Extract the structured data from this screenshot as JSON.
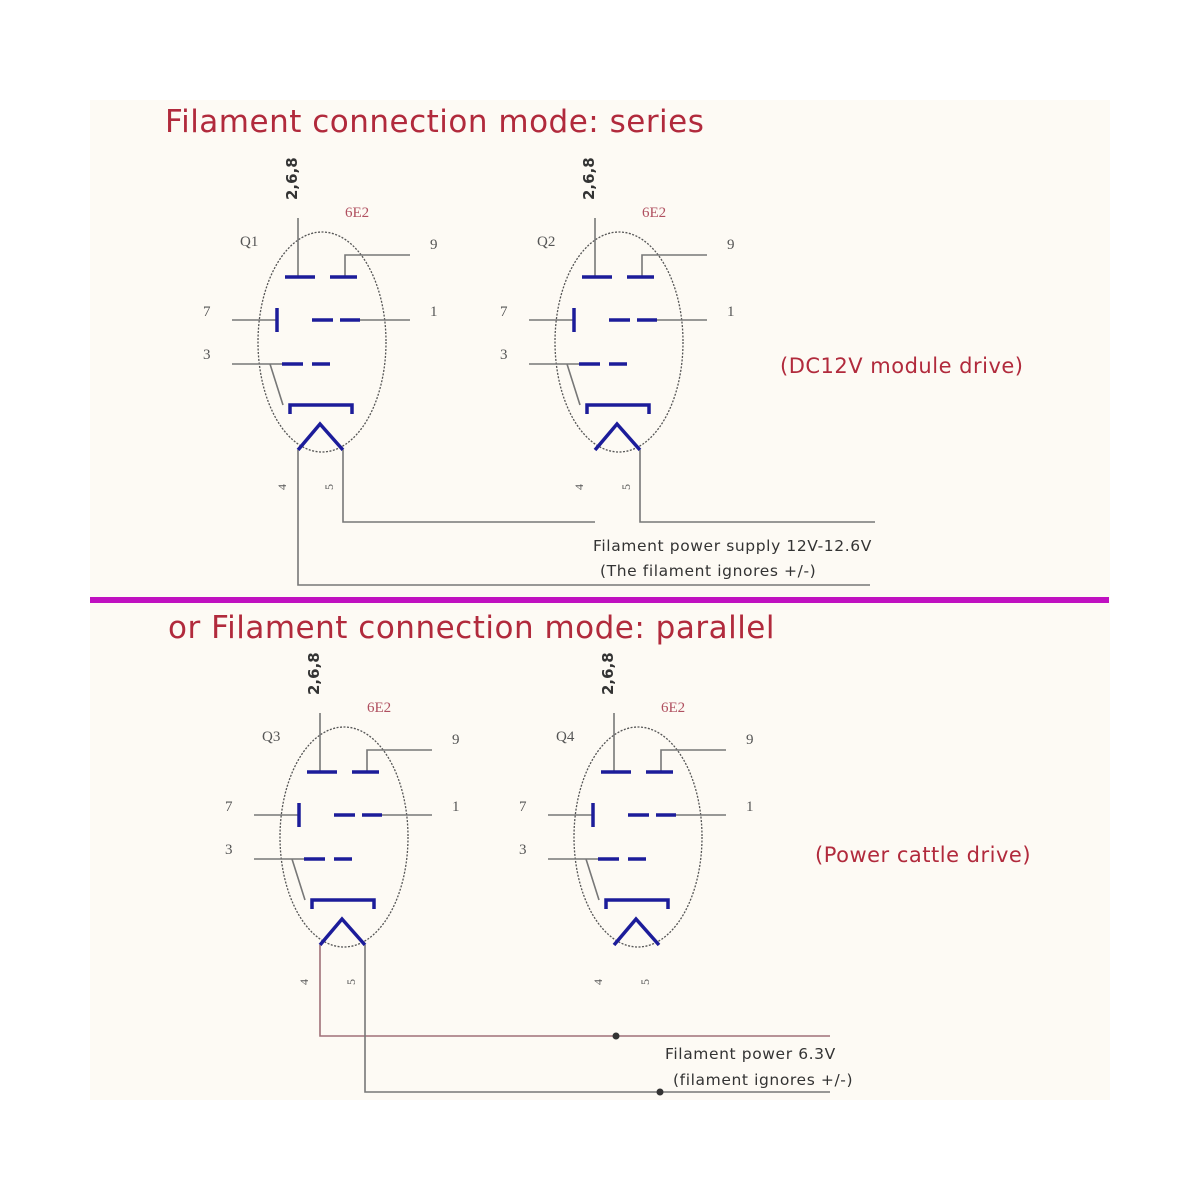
{
  "colors": {
    "title": "#b12a3c",
    "divider": "#c010c0",
    "electrode": "#1c1c9a",
    "wire": "#777777",
    "background": "#fdfaf4"
  },
  "series": {
    "title": "Filament connection mode: series",
    "note": "(DC12V module drive)",
    "supply_line1": "Filament power supply 12V-12.6V",
    "supply_line2": "(The filament ignores +/-)"
  },
  "parallel": {
    "title": "or Filament connection mode: parallel",
    "note": "(Power cattle drive)",
    "supply_line1": "Filament power 6.3V",
    "supply_line2": "(filament ignores +/-)"
  },
  "tubes": [
    {
      "ref": "Q1",
      "type": "6E2",
      "pins": {
        "plate": "2,6,8",
        "p9": "9",
        "p7": "7",
        "p1": "1",
        "p3": "3",
        "p4": "4",
        "p5": "5"
      }
    },
    {
      "ref": "Q2",
      "type": "6E2",
      "pins": {
        "plate": "2,6,8",
        "p9": "9",
        "p7": "7",
        "p1": "1",
        "p3": "3",
        "p4": "4",
        "p5": "5"
      }
    },
    {
      "ref": "Q3",
      "type": "6E2",
      "pins": {
        "plate": "2,6,8",
        "p9": "9",
        "p7": "7",
        "p1": "1",
        "p3": "3",
        "p4": "4",
        "p5": "5"
      }
    },
    {
      "ref": "Q4",
      "type": "6E2",
      "pins": {
        "plate": "2,6,8",
        "p9": "9",
        "p7": "7",
        "p1": "1",
        "p3": "3",
        "p4": "4",
        "p5": "5"
      }
    }
  ]
}
